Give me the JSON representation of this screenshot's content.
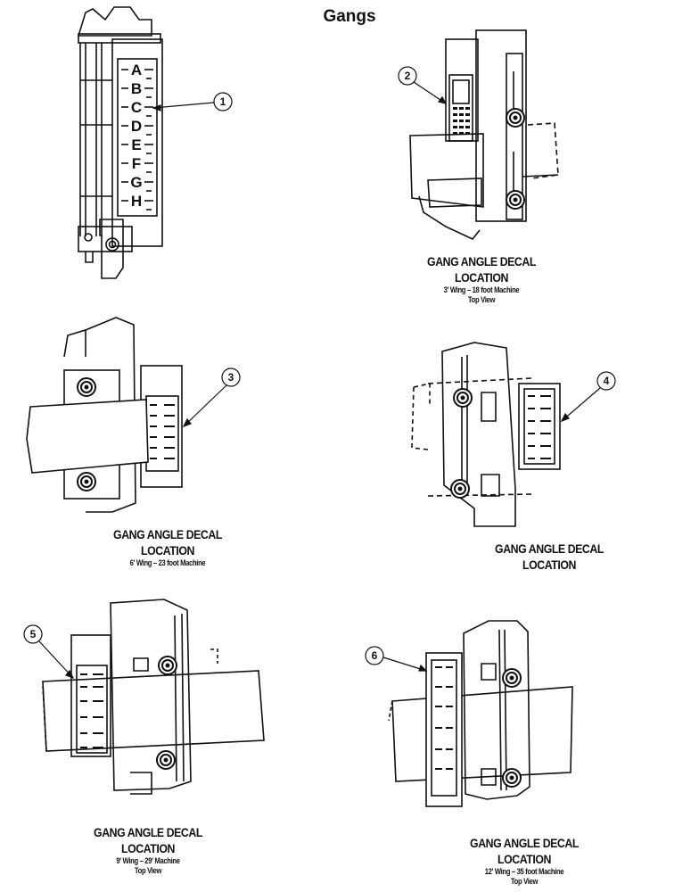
{
  "title": "Gangs",
  "scale_letters": [
    "A",
    "B",
    "C",
    "D",
    "E",
    "F",
    "G",
    "H"
  ],
  "callouts": [
    "1",
    "2",
    "3",
    "4",
    "5",
    "6"
  ],
  "captions": [
    {
      "l1": "GANG ANGLE DECAL",
      "l2": "LOCATION",
      "l3": "3' Wing – 18 foot Machine",
      "l4": "Top View"
    },
    {
      "l1": "GANG ANGLE DECAL",
      "l2": "LOCATION",
      "l3": "6' Wing – 23 foot Machine",
      "l4": ""
    },
    {
      "l1": "GANG ANGLE DECAL",
      "l2": "LOCATION",
      "l3": "",
      "l4": ""
    },
    {
      "l1": "GANG ANGLE DECAL",
      "l2": "LOCATION",
      "l3": "9' Wing – 29' Machine",
      "l4": "Top View"
    },
    {
      "l1": "GANG ANGLE DECAL",
      "l2": "LOCATION",
      "l3": "12' Wing – 35 foot Machine",
      "l4": "Top View"
    }
  ]
}
